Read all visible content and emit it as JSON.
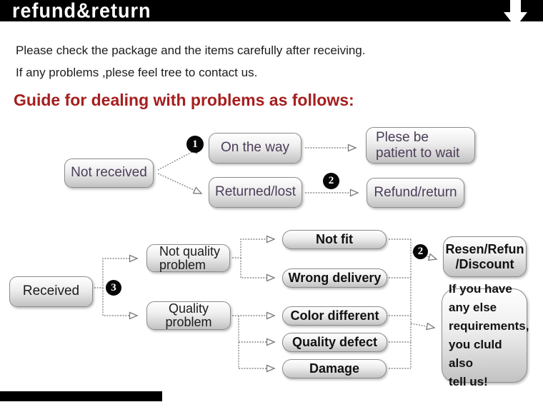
{
  "banner": {
    "title": "refund&return"
  },
  "intro": {
    "line1": "Please check the package and the items carefully after receiving.",
    "line2": "If any problems ,plese feel tree to contact us."
  },
  "heading": "Guide for dealing with problems as follows:",
  "badges": {
    "one": "1",
    "two": "2",
    "three": "3"
  },
  "flow_not_received": {
    "not_received": "Not received",
    "on_the_way": "On the way",
    "returned_lost": "Returned/lost",
    "patient_wait": "Plese be\npatient to wait",
    "refund_return": "Refund/return"
  },
  "flow_received": {
    "received": "Received",
    "not_quality_problem": "Not quality\nproblem",
    "quality_problem": "Quality\nproblem",
    "not_fit": "Not fit",
    "wrong_delivery": "Wrong delivery",
    "color_different": "Color different",
    "quality_defect": "Quality defect",
    "damage": "Damage",
    "resend_refund_discount": "Resen/Refun\n/Discount",
    "other_requirements": "If you have\nany else\nrequirements,\nyou cluld also\ntell us!"
  },
  "colors": {
    "banner_bg": "#000000",
    "banner_text": "#ffffff",
    "heading_red": "#a61e1e",
    "node_purple_text": "#4b3c58",
    "node_border": "#8d8d8d"
  }
}
